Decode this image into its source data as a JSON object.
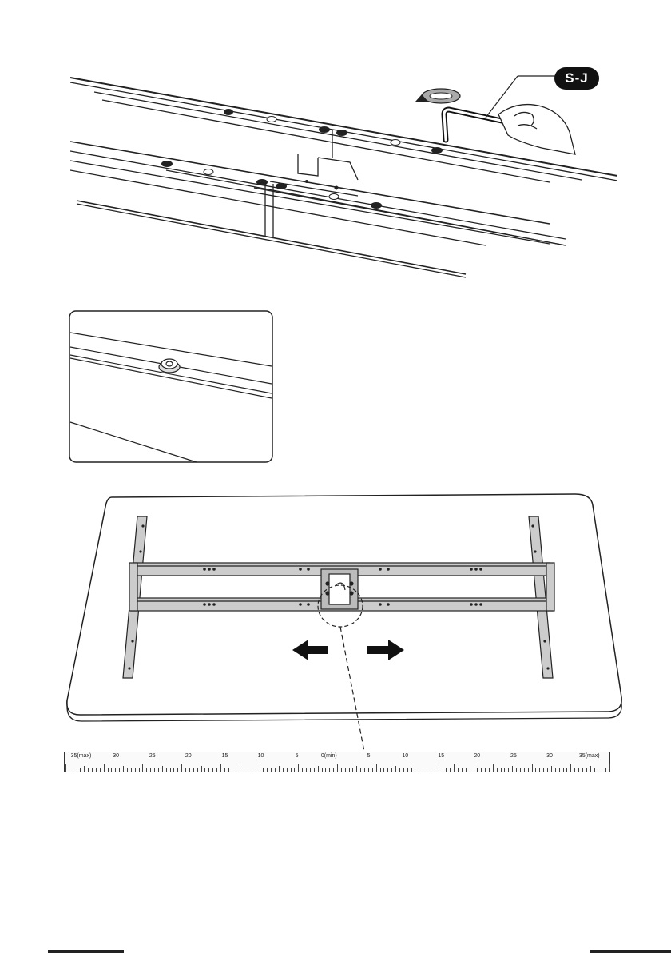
{
  "step1": {
    "tool_label": "S-J",
    "tool_icon": "allen-key-icon",
    "rotation_icon": "clockwise-rotation-icon"
  },
  "detail": {
    "icon": "bolt-head-icon"
  },
  "step2": {
    "arrow_left_icon": "arrow-left-icon",
    "arrow_right_icon": "arrow-right-icon"
  },
  "ruler": {
    "labels": [
      {
        "text": "35(max)",
        "pos": 0.03
      },
      {
        "text": "30",
        "pos": 0.094
      },
      {
        "text": "25",
        "pos": 0.161
      },
      {
        "text": "20",
        "pos": 0.227
      },
      {
        "text": "15",
        "pos": 0.294
      },
      {
        "text": "10",
        "pos": 0.36
      },
      {
        "text": "5",
        "pos": 0.426
      },
      {
        "text": "0(min)",
        "pos": 0.485
      },
      {
        "text": "5",
        "pos": 0.558
      },
      {
        "text": "10",
        "pos": 0.625
      },
      {
        "text": "15",
        "pos": 0.691
      },
      {
        "text": "20",
        "pos": 0.757
      },
      {
        "text": "25",
        "pos": 0.824
      },
      {
        "text": "30",
        "pos": 0.89
      },
      {
        "text": "35(max)",
        "pos": 0.963
      }
    ]
  }
}
